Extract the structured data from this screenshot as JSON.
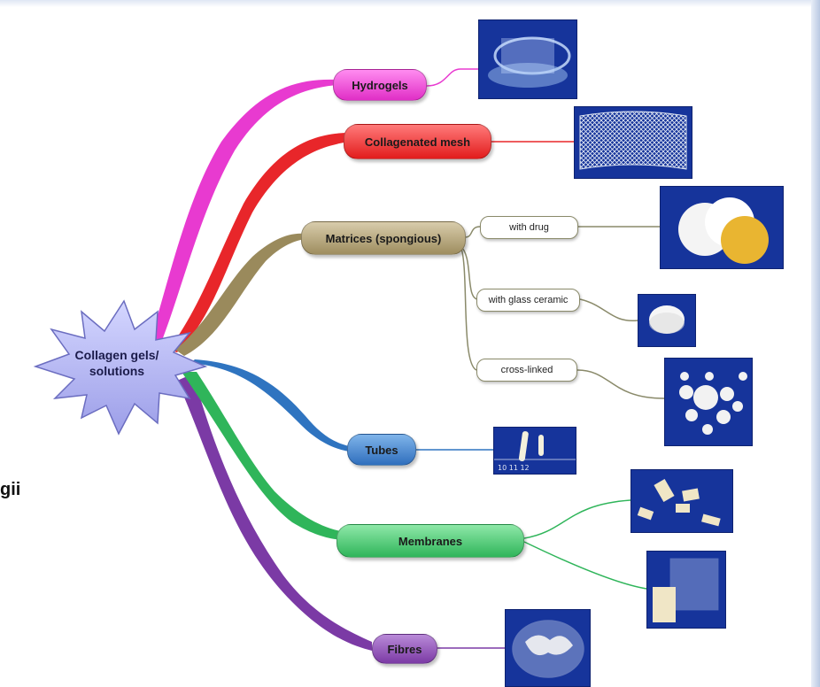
{
  "central": {
    "line1": "Collagen gels/",
    "line2": "solutions"
  },
  "branches": {
    "hydrogels": "Hydrogels",
    "collagenated_mesh": "Collagenated mesh",
    "matrices": "Matrices (spongious)",
    "tubes": "Tubes",
    "membranes": "Membranes",
    "fibres": "Fibres"
  },
  "sub_branches": {
    "with_drug": "with drug",
    "with_glass_ceramic": "with glass ceramic",
    "cross_linked": "cross-linked"
  },
  "ruler_text": "10  11  12",
  "left_fragment": "gii",
  "colors": {
    "hydrogels": "#e83ad0",
    "mesh": "#e8262a",
    "matrices": "#9a8a5c",
    "tubes": "#2f74c0",
    "membranes": "#2fb55a",
    "fibres": "#7b3aa5",
    "photo_bg": "#16349b"
  }
}
